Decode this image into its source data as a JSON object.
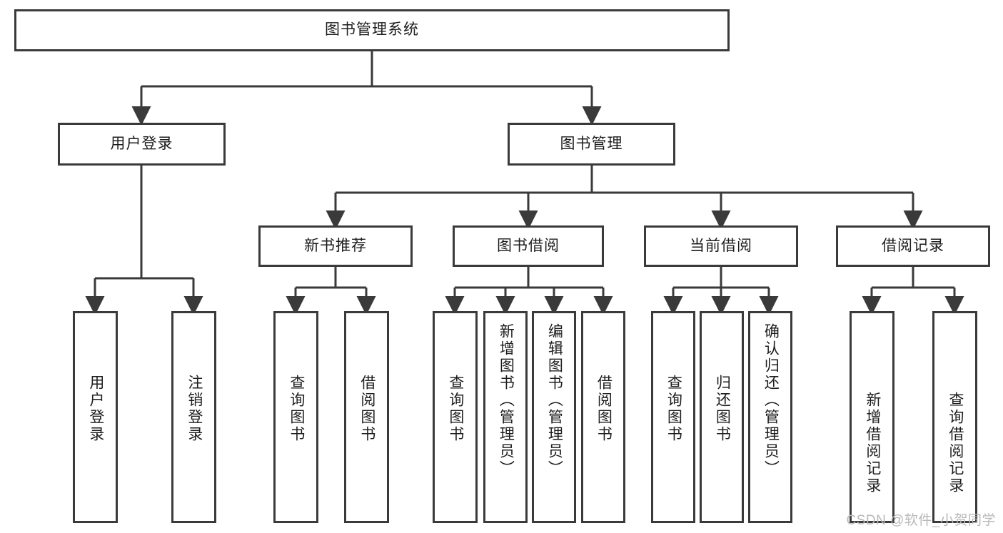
{
  "diagram": {
    "title": "图书管理系统",
    "type": "tree-hierarchy",
    "background": "#ffffff",
    "line_color": "#3a3a3a",
    "text_color": "#1d1d1d"
  },
  "root": {
    "label": "图书管理系统"
  },
  "level2": [
    {
      "label": "用户登录"
    },
    {
      "label": "图书管理"
    }
  ],
  "level3": [
    {
      "label": "新书推荐"
    },
    {
      "label": "图书借阅"
    },
    {
      "label": "当前借阅"
    },
    {
      "label": "借阅记录"
    }
  ],
  "leaves": {
    "user_login": [
      {
        "label": "用户登录"
      },
      {
        "label": "注销登录"
      }
    ],
    "new_book": [
      {
        "label": "查询图书"
      },
      {
        "label": "借阅图书"
      }
    ],
    "book_borrow": [
      {
        "label": "查询图书"
      },
      {
        "label": "新增图书（管理员）"
      },
      {
        "label": "编辑图书（管理员）"
      },
      {
        "label": "借阅图书"
      }
    ],
    "current_borrow": [
      {
        "label": "查询图书"
      },
      {
        "label": "归还图书"
      },
      {
        "label": "确认归还（管理员）"
      }
    ],
    "borrow_record": [
      {
        "label": "新增借阅记录"
      },
      {
        "label": "查询借阅记录"
      }
    ]
  },
  "watermark": {
    "text": "CSDN @软件_小贺同学"
  }
}
